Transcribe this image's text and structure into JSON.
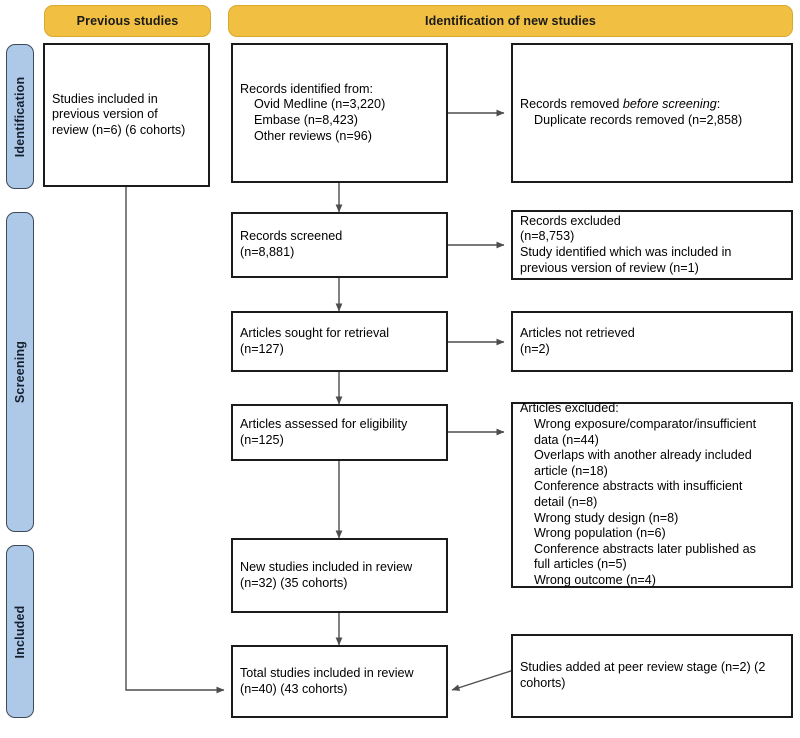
{
  "diagram": {
    "title": "PRISMA 2020 flow diagram for updated systematic reviews",
    "colors": {
      "header_fill": "#F1C043",
      "header_border": "#D8A82F",
      "rail_fill": "#AEC9E8",
      "rail_border": "#3C4A5A",
      "node_border": "#1B1B1B",
      "node_fill": "#FFFFFF",
      "connector": "#4D4D4D"
    }
  },
  "headers": [
    {
      "id": "previous-studies",
      "label": "Previous studies"
    },
    {
      "id": "identification-of-new-studies",
      "label": "Identification of new studies"
    }
  ],
  "stages": [
    {
      "id": "identification",
      "label": "Identification"
    },
    {
      "id": "screening",
      "label": "Screening"
    },
    {
      "id": "included",
      "label": "Included"
    }
  ],
  "nodes": {
    "previous_included": {
      "name": "previous-studies-included-box",
      "text": "Studies included in\nprevious version of\nreview (n=6) (6 cohorts)"
    },
    "records_identified": {
      "name": "records-identified-box",
      "text": "Records identified from:\n    Ovid Medline (n=3,220)\n    Embase (n=8,423)\n    Other reviews (n=96)"
    },
    "records_removed": {
      "name": "records-removed-box",
      "text_before": "Records removed ",
      "text_italic": "before screening",
      "text_after": ":\n    Duplicate records removed (n=2,858)"
    },
    "records_screened": {
      "name": "records-screened-box",
      "text": "Records screened\n(n=8,881)"
    },
    "records_excluded": {
      "name": "records-excluded-box",
      "text": "Records excluded\n(n=8,753)\nStudy identified which was included in\nprevious version of review (n=1)"
    },
    "articles_sought": {
      "name": "articles-sought-for-retrieval-box",
      "text": "Articles sought for retrieval\n(n=127)"
    },
    "articles_not_retrieved": {
      "name": "articles-not-retrieved-box",
      "text": "Articles not retrieved\n(n=2)"
    },
    "articles_assessed": {
      "name": "articles-assessed-for-eligibility-box",
      "text": "Articles assessed for eligibility\n(n=125)"
    },
    "articles_excluded": {
      "name": "articles-excluded-box",
      "text": "Articles excluded:\n    Wrong exposure/comparator/insufficient\n    data (n=44)\n    Overlaps with another already included\n    article (n=18)\n    Conference abstracts with insufficient\n    detail (n=8)\n    Wrong study design (n=8)\n    Wrong population (n=6)\n    Conference abstracts later published as\n    full articles (n=5)\n    Wrong outcome (n=4)"
    },
    "new_studies": {
      "name": "new-studies-included-box",
      "text": "New studies included in review\n(n=32) (35 cohorts)"
    },
    "peer_review_added": {
      "name": "studies-added-at-peer-review-box",
      "text": "Studies added at peer review stage (n=2) (2\ncohorts)"
    },
    "total_studies": {
      "name": "total-studies-included-box",
      "text": "Total studies included in review\n(n=40) (43 cohorts)"
    }
  },
  "chart_data": {
    "type": "diagram",
    "diagram_type": "prisma-flow",
    "counts": {
      "previous_version_studies": 6,
      "previous_version_cohorts": 6,
      "ovid_medline": 3220,
      "embase": 8423,
      "other_reviews": 96,
      "duplicates_removed": 2858,
      "records_screened": 8881,
      "records_excluded": 8753,
      "study_identified_previously_included": 1,
      "articles_sought_for_retrieval": 127,
      "articles_not_retrieved": 2,
      "articles_assessed_for_eligibility": 125,
      "excluded_wrong_exposure_comparator_insufficient_data": 44,
      "excluded_overlaps_with_included_article": 18,
      "excluded_conference_abstracts_insufficient_detail": 8,
      "excluded_wrong_study_design": 8,
      "excluded_wrong_population": 6,
      "excluded_conference_abstracts_later_published": 5,
      "excluded_wrong_outcome": 4,
      "new_studies_included": 32,
      "new_cohorts_included": 35,
      "studies_added_peer_review": 2,
      "cohorts_added_peer_review": 2,
      "total_studies_included": 40,
      "total_cohorts_included": 43
    }
  }
}
